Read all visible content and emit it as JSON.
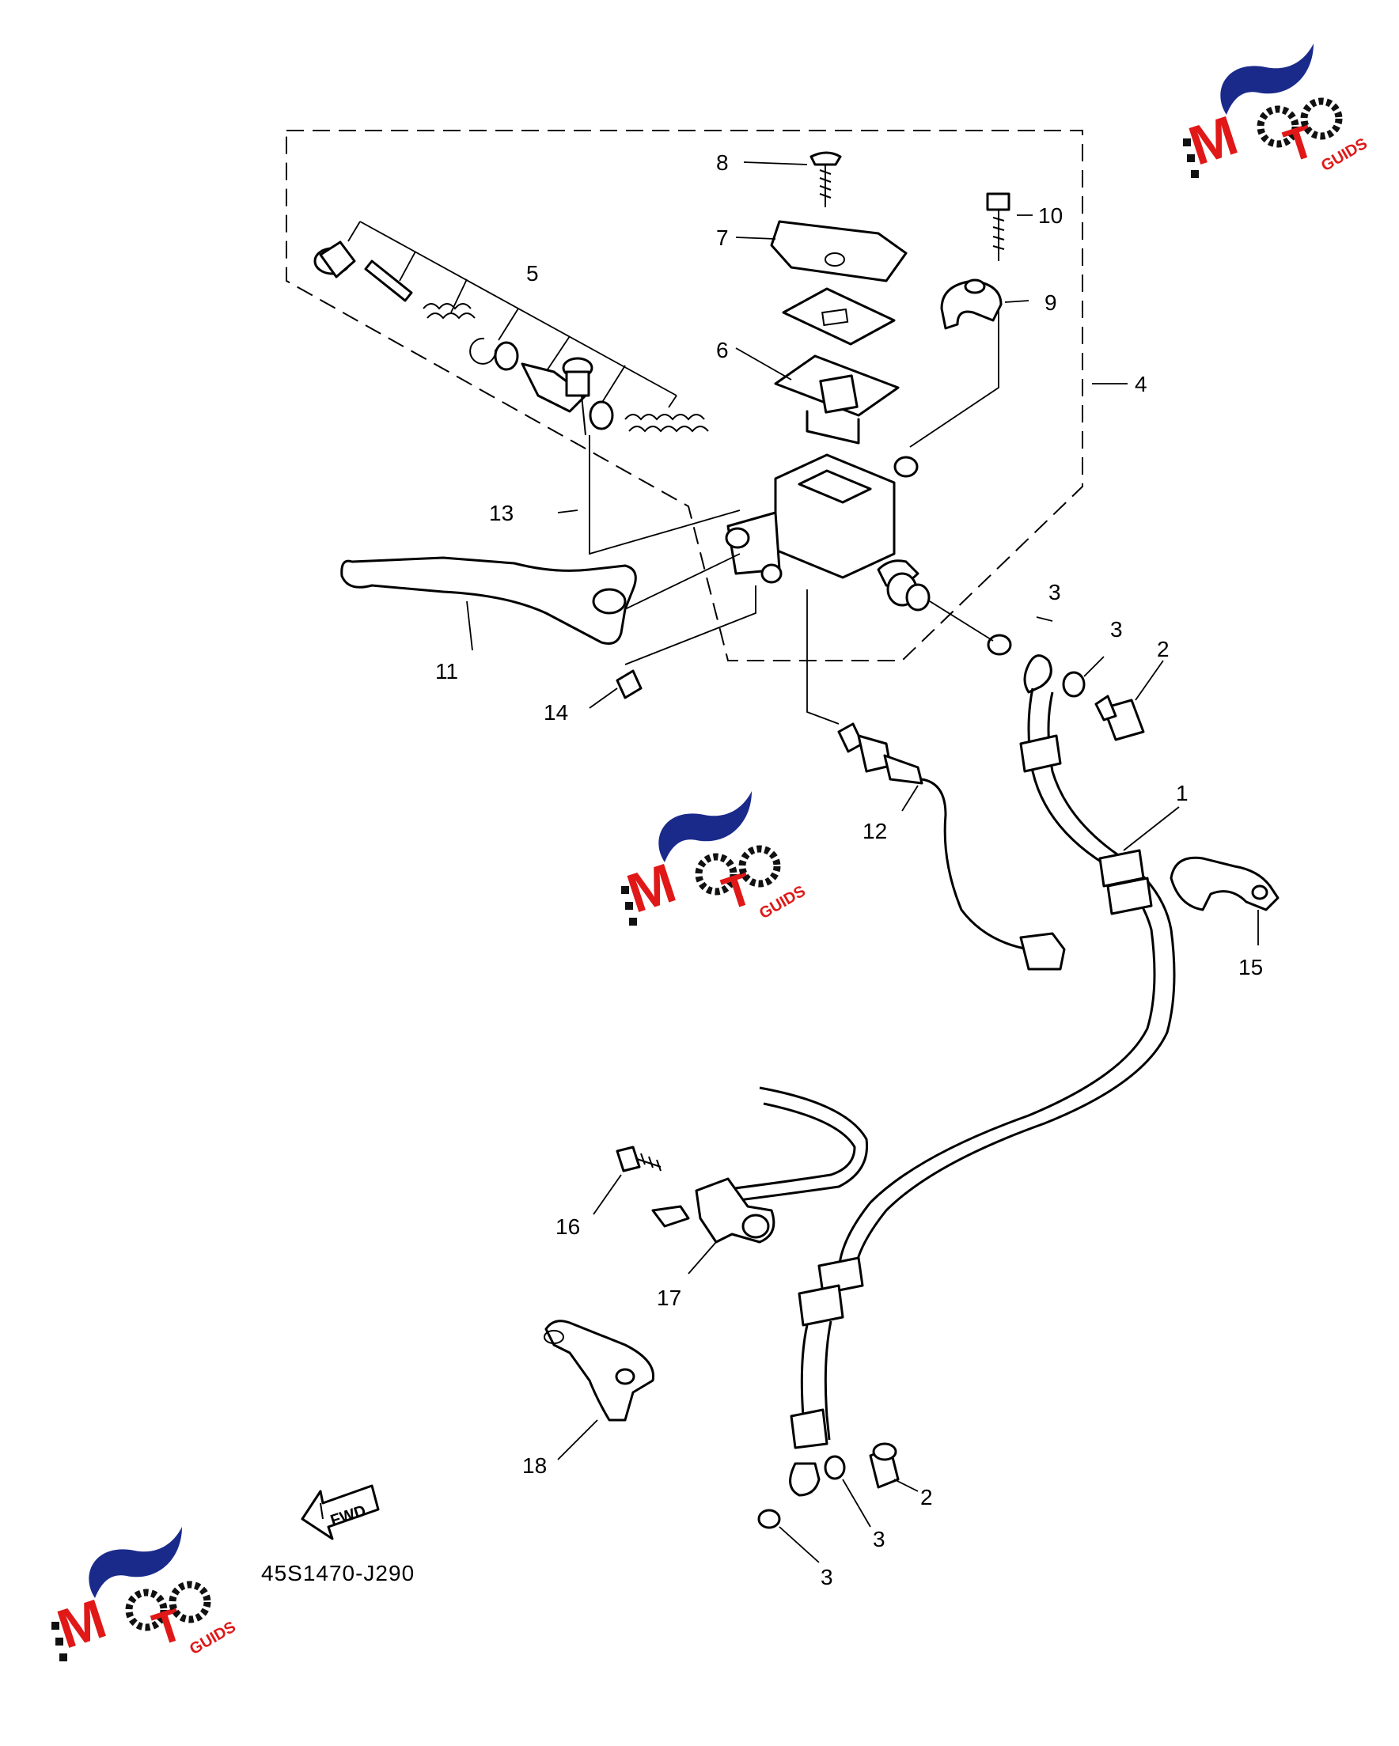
{
  "drawing_code": "45S1470-J290",
  "direction_arrow": {
    "label": "FWD",
    "icon": "fwd-arrow-icon"
  },
  "watermark": {
    "brand": "MOTOGUIDS",
    "icon": "motoguids-logo-icon",
    "colors": {
      "swoosh": "#1a2a8a",
      "accent": "#e01818",
      "dark": "#111111"
    }
  },
  "callouts": [
    {
      "id": "c1",
      "text": "1"
    },
    {
      "id": "c2a",
      "text": "2"
    },
    {
      "id": "c2b",
      "text": "2"
    },
    {
      "id": "c3a",
      "text": "3"
    },
    {
      "id": "c3b",
      "text": "3"
    },
    {
      "id": "c3c",
      "text": "3"
    },
    {
      "id": "c3d",
      "text": "3"
    },
    {
      "id": "c4",
      "text": "4"
    },
    {
      "id": "c5",
      "text": "5"
    },
    {
      "id": "c6",
      "text": "6"
    },
    {
      "id": "c7",
      "text": "7"
    },
    {
      "id": "c8",
      "text": "8"
    },
    {
      "id": "c9",
      "text": "9"
    },
    {
      "id": "c10",
      "text": "10"
    },
    {
      "id": "c11",
      "text": "11"
    },
    {
      "id": "c12",
      "text": "12"
    },
    {
      "id": "c13",
      "text": "13"
    },
    {
      "id": "c14",
      "text": "14"
    },
    {
      "id": "c15",
      "text": "15"
    },
    {
      "id": "c16",
      "text": "16"
    },
    {
      "id": "c17",
      "text": "17"
    },
    {
      "id": "c18",
      "text": "18"
    }
  ]
}
